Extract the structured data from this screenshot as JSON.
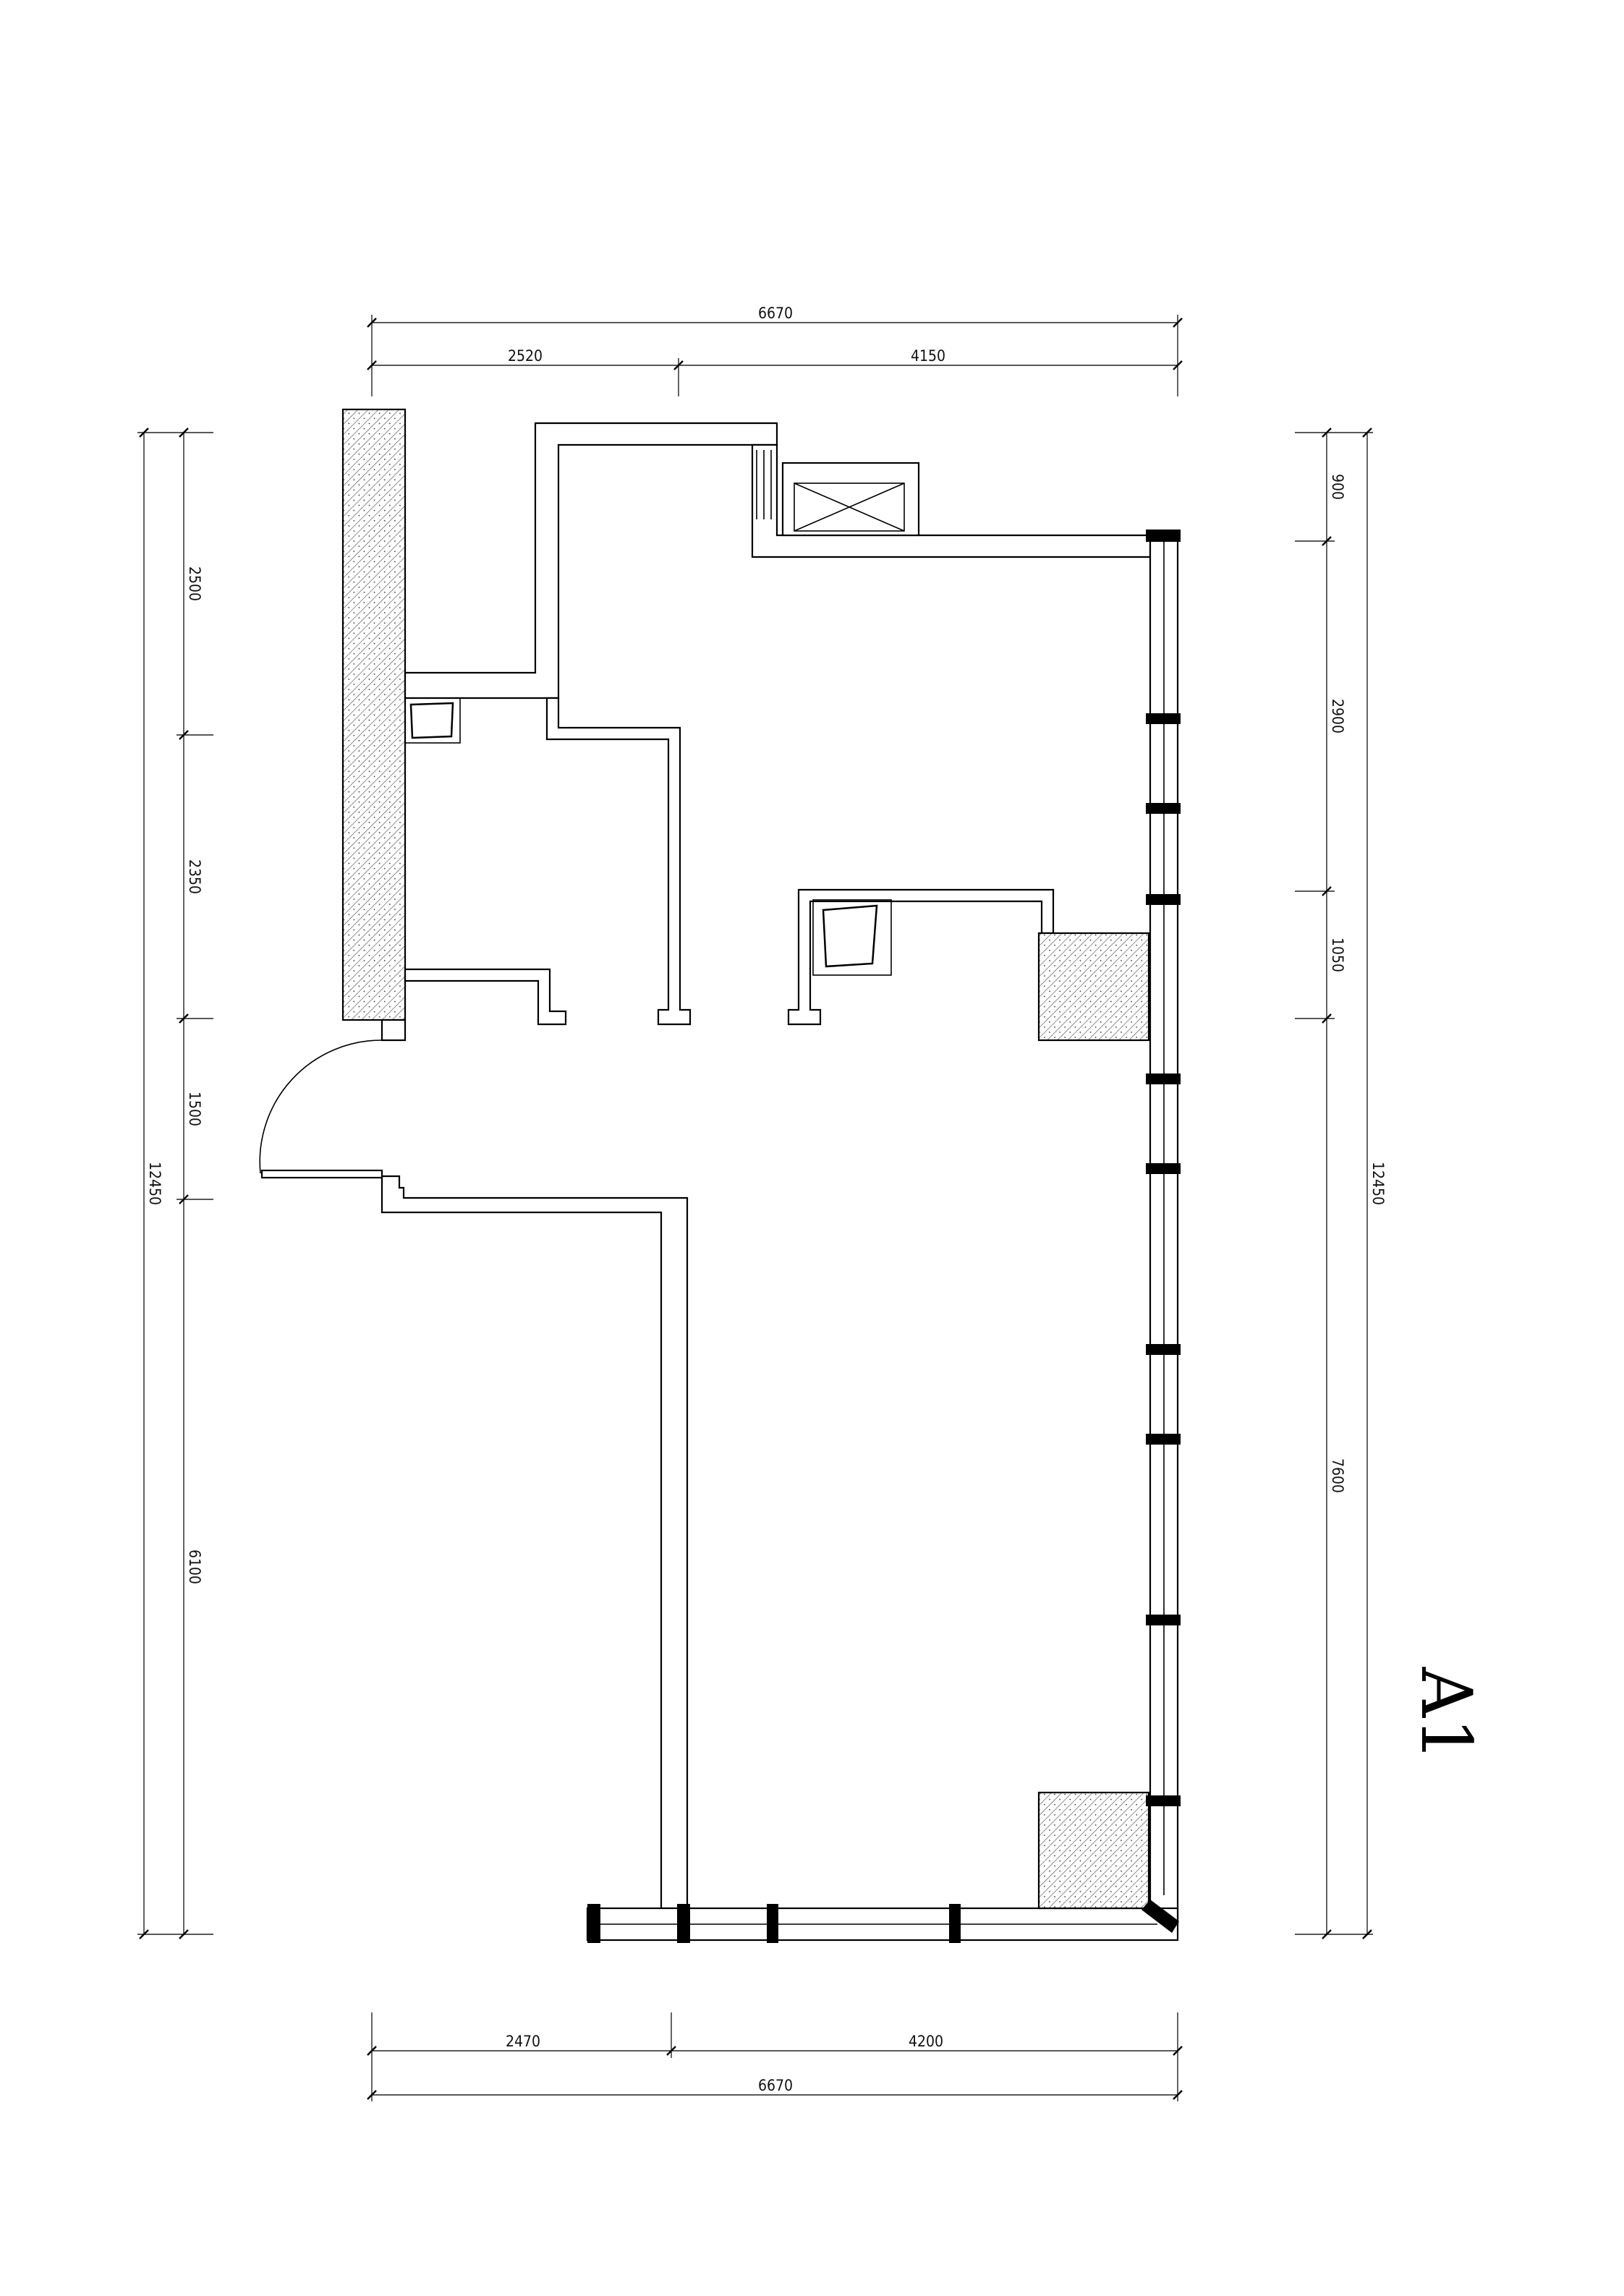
{
  "title": "A1",
  "dimensions": {
    "top_total": "6670",
    "top_left": "2520",
    "top_right": "4150",
    "bottom_left": "2470",
    "bottom_right": "4200",
    "bottom_total": "6670",
    "left_1": "2500",
    "left_2": "2350",
    "left_3": "1500",
    "left_4": "6100",
    "left_total": "12450",
    "right_1": "900",
    "right_2": "2900",
    "right_3": "1050",
    "right_4": "7600",
    "right_total": "12450"
  }
}
